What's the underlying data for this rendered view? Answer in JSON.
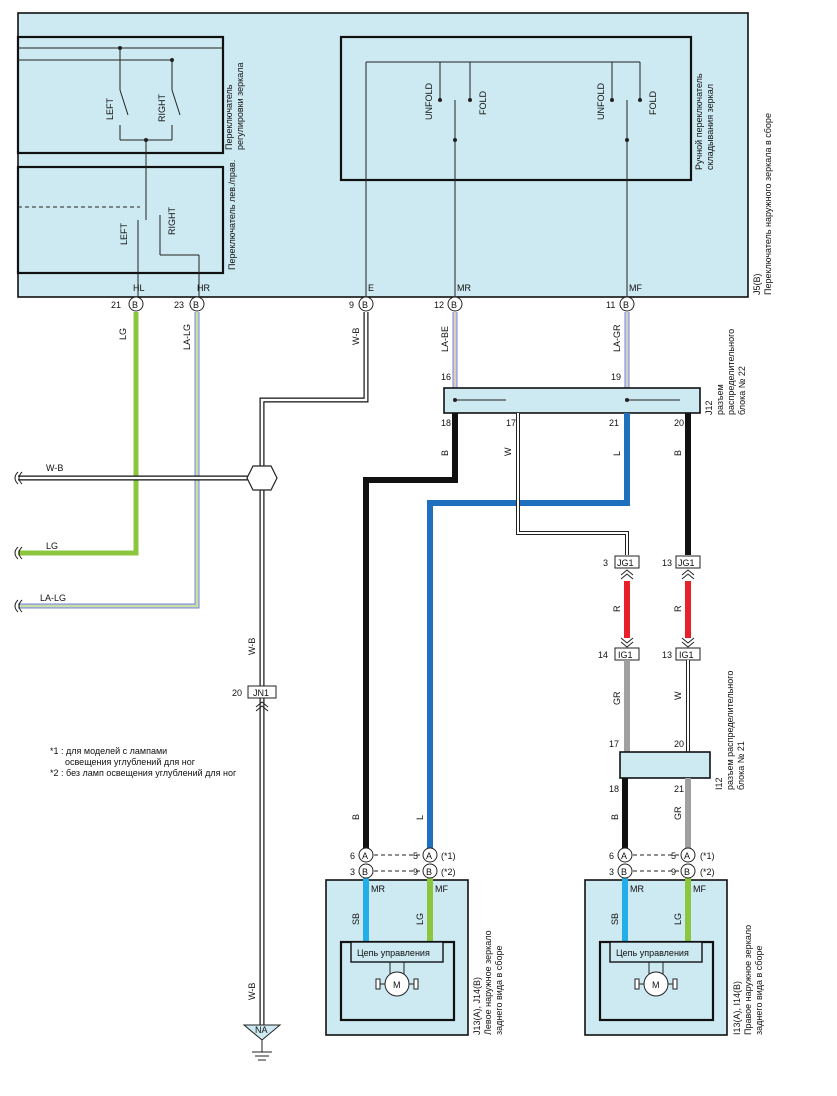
{
  "colors": {
    "box_fill": "#cdeaf2",
    "LG": "#8cc63f",
    "B": "#111111",
    "L": "#1f6fbf",
    "R": "#e8202a",
    "GR": "#a0a0a0",
    "SB": "#22aee8",
    "W": "#ffffff"
  },
  "switch_assembly": {
    "label": "J5(B)\nПереключатель наружного зеркала в сборе",
    "adjust_switch_label": "Переключатель\nрегулировки зеркала",
    "lr_switch_label": "Переключатель лев./прав.",
    "fold_switch_label": "Ручной переключатель\nскладывания зеркал",
    "left": "LEFT",
    "right": "RIGHT",
    "unfold": "UNFOLD",
    "fold": "FOLD",
    "terminals": [
      {
        "name": "HL",
        "pin": "21",
        "side": "B"
      },
      {
        "name": "HR",
        "pin": "23",
        "side": "B"
      },
      {
        "name": "E",
        "pin": "9",
        "side": "B"
      },
      {
        "name": "MR",
        "pin": "12",
        "side": "B"
      },
      {
        "name": "MF",
        "pin": "11",
        "side": "B"
      }
    ]
  },
  "wires": {
    "LG": "LG",
    "LA_LG": "LA-LG",
    "W_B": "W-B",
    "LA_BE": "LA-BE",
    "LA_GR": "LA-GR",
    "B": "B",
    "W": "W",
    "L": "L",
    "R": "R",
    "GR": "GR",
    "SB": "SB"
  },
  "j12": {
    "label": "J12\nразъем\nраспределительного\nблока № 22",
    "pins": [
      "16",
      "19",
      "18",
      "17",
      "21",
      "20"
    ]
  },
  "i12": {
    "label": "I12\nразъем распределительного\nблока № 21",
    "pins": [
      "17",
      "20",
      "18",
      "21"
    ]
  },
  "connectors": {
    "jg1_3": {
      "pin": "3",
      "name": "JG1"
    },
    "jg1_13": {
      "pin": "13",
      "name": "JG1"
    },
    "ig1_14": {
      "pin": "14",
      "name": "IG1"
    },
    "ig1_13": {
      "pin": "13",
      "name": "IG1"
    },
    "jn1": {
      "pin": "20",
      "name": "JN1"
    },
    "na": "NA"
  },
  "notes": {
    "n1": "*1 : для моделей с лампами",
    "n1b": "освещения углублений для ног",
    "n2": "*2 : без ламп освещения углублений для ног"
  },
  "left_mirror": {
    "label": "J13(A), J14(B)\nЛевое наружное зеркало\nзаднего вида в сборе",
    "control": "Цепь управления",
    "motor": "M"
  },
  "right_mirror": {
    "label": "I13(A), I14(B)\nПравое наружное зеркало\nзаднего вида в сборе",
    "control": "Цепь управления",
    "motor": "M"
  },
  "mirror_pins": {
    "p6": "6",
    "p5": "5",
    "p3": "3",
    "p9": "9",
    "A": "A",
    "B": "B",
    "s1": "(*1)",
    "s2": "(*2)",
    "MR": "MR",
    "MF": "MF"
  }
}
